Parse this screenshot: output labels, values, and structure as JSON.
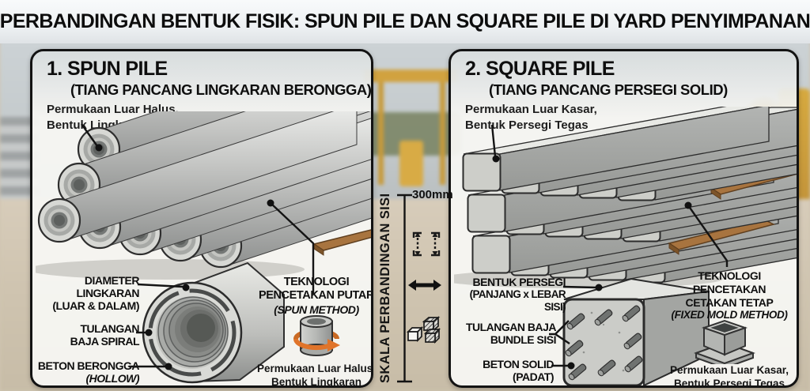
{
  "title": "PERBANDINGAN BENTUK FISIK: SPUN PILE DAN SQUARE PILE DI YARD PENYIMPANAN",
  "scale_bar": {
    "rotated_label": "SKALA PERBANDINGAN SISI",
    "dimension_label": "300mm"
  },
  "spun_panel": {
    "heading": "1. SPUN PILE",
    "subheading": "(TIANG PANCANG LINGKARAN BERONGGA)",
    "surface_note": "Permukaan Luar Halus,\nBentuk Lingkaran Presisi",
    "callout_diameter_label": "DIAMETER LINGKARAN",
    "callout_diameter_sub": "(LUAR & DALAM)",
    "callout_rebar_label": "TULANGAN\nBAJA SPIRAL",
    "callout_core_label": "BETON BERONGGA",
    "callout_core_sub": "(HOLLOW)",
    "tech_title": "TEKNOLOGI\nPENCETAKAN PUTAR",
    "tech_method": "(SPUN METHOD)",
    "tech_note": "Permukaan Luar Halus,\nBentuk Lingkaran Presisi"
  },
  "square_panel": {
    "heading": "2. SQUARE PILE",
    "subheading": "(TIANG PANCANG PERSEGI SOLID)",
    "surface_note": "Permukaan Luar Kasar,\nBentuk Persegi Tegas",
    "callout_shape_label": "BENTUK PERSEGI",
    "callout_shape_sub": "(PANJANG x LEBAR SISI)",
    "callout_rebar_label": "TULANGAN BAJA\nBUNDLE SISI",
    "callout_core_label": "BETON SOLID",
    "callout_core_sub": "(PADAT)",
    "tech_title": "TEKNOLOGI\nPENCETAKAN\nCETAKAN TETAP",
    "tech_method": "(FIXED MOLD METHOD)",
    "tech_note": "Permukaan Luar Kasar,\nBentuk Persegi Tegas"
  },
  "icons": {
    "spun_method_icon": "rotating-cylinder-with-orange-arrow",
    "fixed_mold_icon": "square-mold-box",
    "scale_extent_icon": "bracket-measure-arrows",
    "scale_width_icon": "horizontal-double-arrow",
    "scale_cubes_icon": "concrete-sample-cubes"
  },
  "colors": {
    "ink": "#111111",
    "accent_orange": "#e0742a",
    "concrete_light": "#d7d8d4",
    "concrete_mid": "#aeb0ad",
    "wood": "#a8743f",
    "ground_beige": "#cfc5b1"
  }
}
